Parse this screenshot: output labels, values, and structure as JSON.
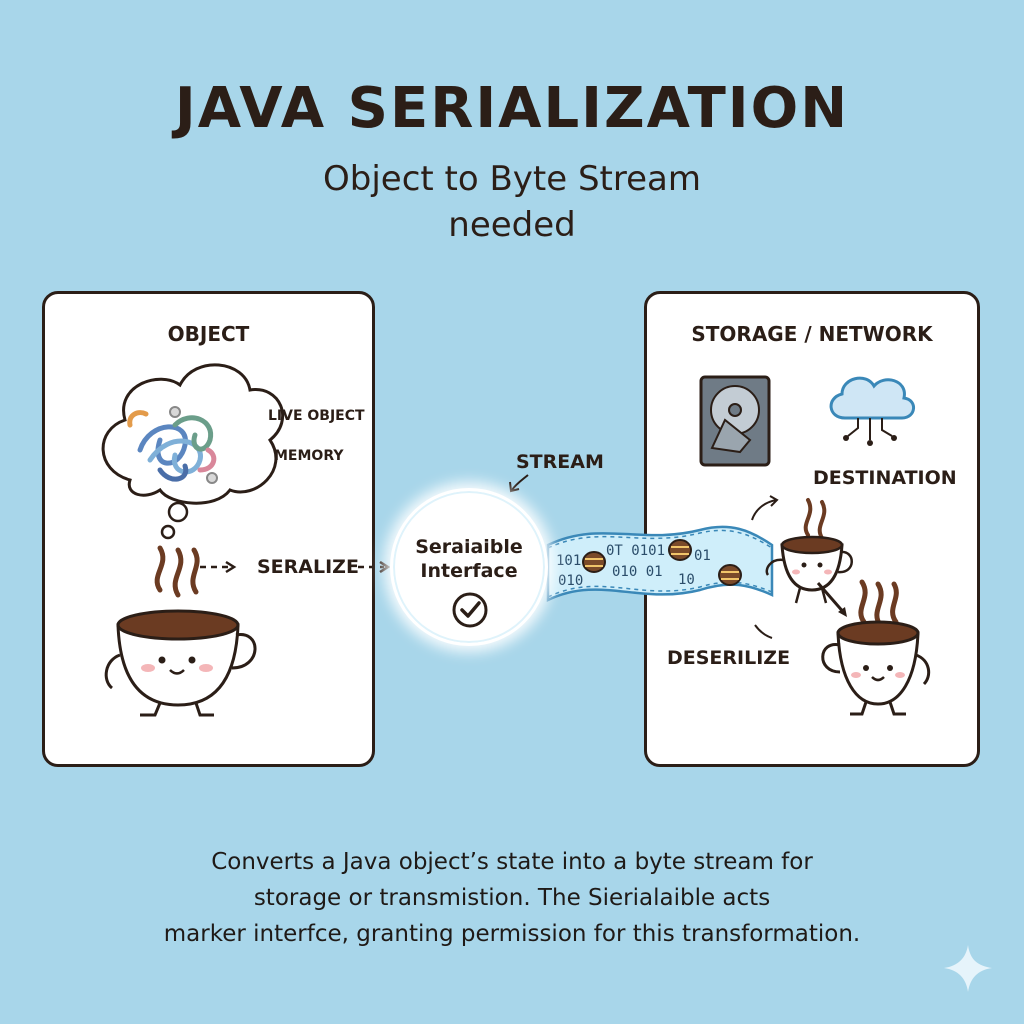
{
  "title": "JAVA SERIALIZATION",
  "subtitle_line1": "Object to Byte Stream",
  "subtitle_line2": "needed",
  "left_panel": {
    "title": "OBJECT",
    "live_object_label": "LIVE OBJECT",
    "memory_label": "MEMORY"
  },
  "serialize_label": "SERALIZE",
  "stream_label": "STREAM",
  "interface": {
    "line1": "Seraiaible",
    "line2": "Interface",
    "icon": "check-circle-icon"
  },
  "stream_bits": [
    "101",
    "0T 0101",
    "01",
    "010",
    "010 01",
    "10"
  ],
  "right_panel": {
    "title": "STORAGE / NETWORK",
    "destination_label": "DESTINATION",
    "deserialize_label": "DESERILIZE",
    "icons": [
      "hard-drive-icon",
      "cloud-network-icon"
    ]
  },
  "description": {
    "line1": "Converts a Java object’s state into a byte stream for",
    "line2": "storage or transmistion. The Sierialaible acts",
    "line3": "marker interfce, granting permission for this transformation."
  },
  "colors": {
    "background": "#a8d6ea",
    "outline": "#2b1e17",
    "coffee": "#6b3b22",
    "ribbon": "#cfeefa"
  }
}
